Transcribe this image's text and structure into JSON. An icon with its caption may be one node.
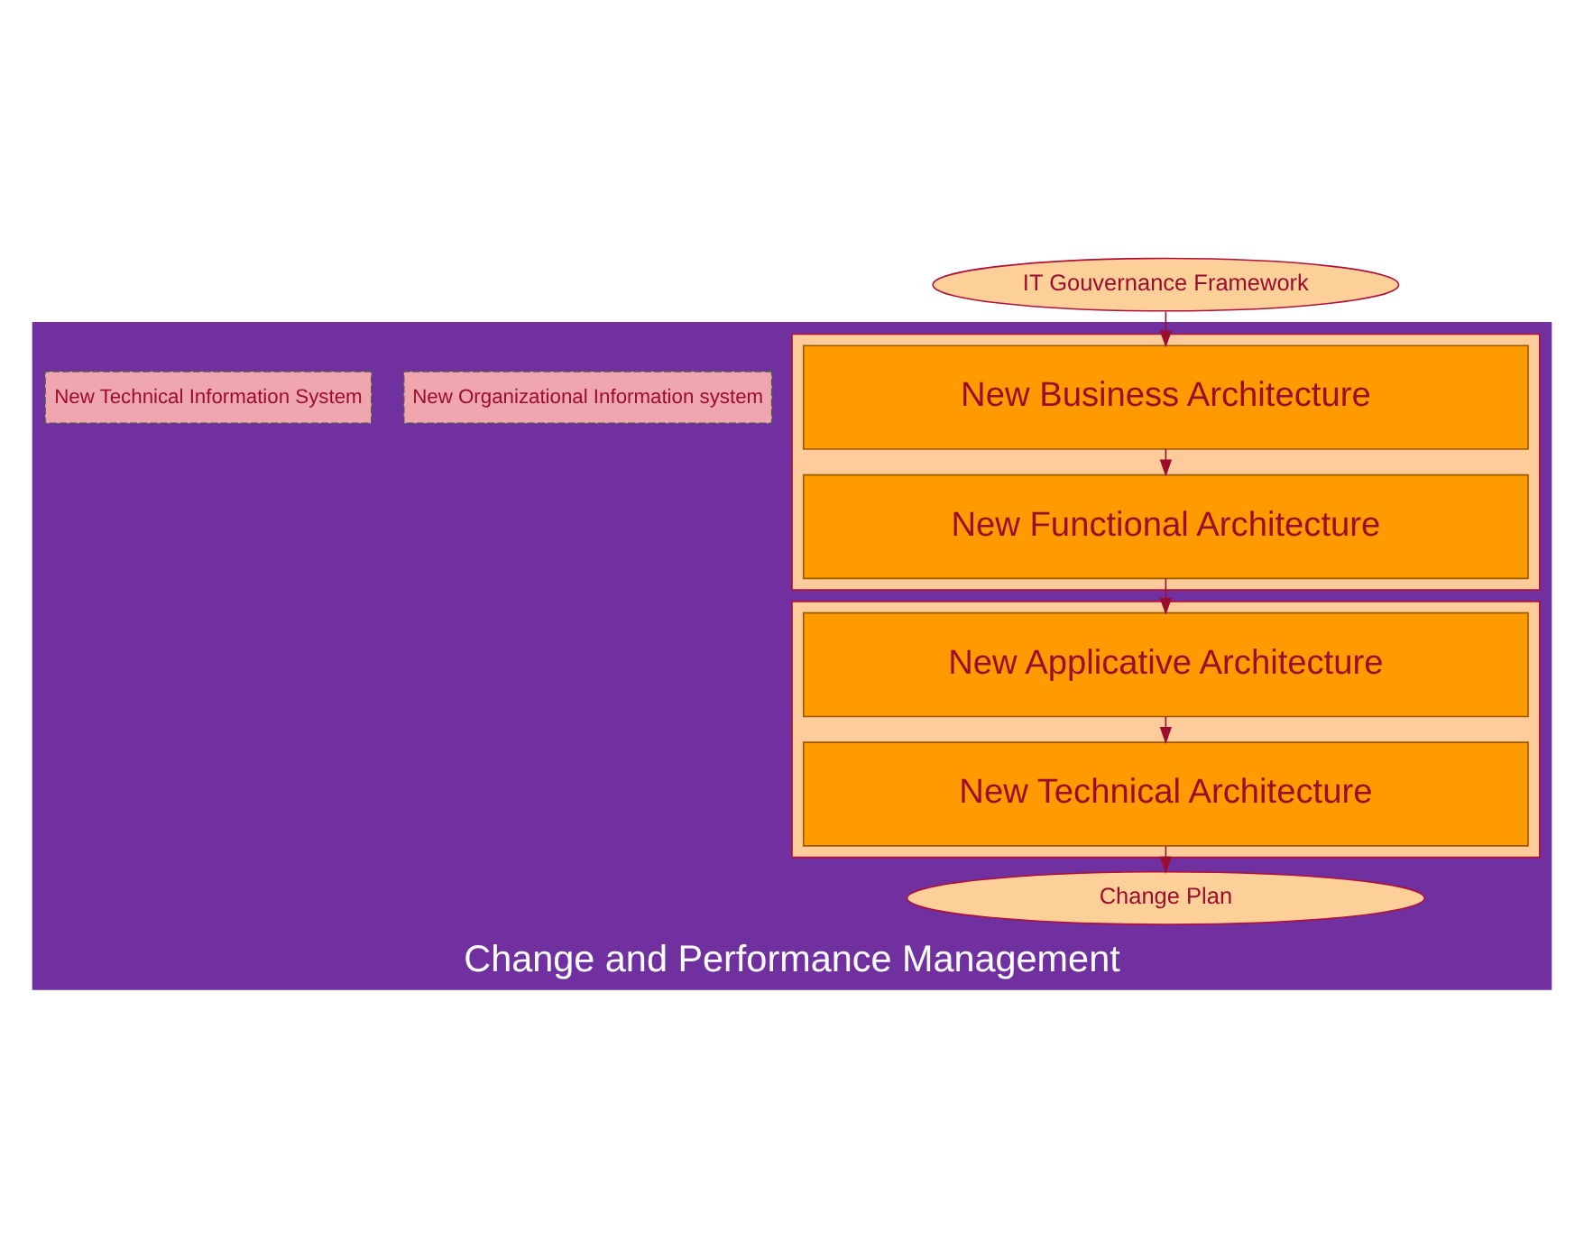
{
  "diagram": {
    "nodes": [
      {
        "text": [
          "IT Gouvernance Framework"
        ]
      },
      {
        "text": [
          "Change and Performance Management"
        ]
      },
      {
        "text": [],
        "shape": "box",
        "in": 1
      },
      {
        "text": [
          "New Organizational Information system"
        ],
        "in": 1
      },
      {
        "text": [
          "New Business Architecture"
        ],
        "in": 2
      },
      {
        "text": [
          "New Functional Architecture"
        ],
        "in": 2
      },
      {
        "text": [],
        "shape": "box",
        "in": 1
      },
      {
        "text": [
          "New Technical Information System"
        ],
        "in": 1
      },
      {
        "text": [
          "New Applicative Architecture"
        ],
        "in": 6
      },
      {
        "text": [
          "New Technical Architecture"
        ],
        "in": 6
      },
      {
        "text": [
          "Change Plan"
        ],
        "in": 1
      }
    ],
    "edges": [
      {
        "from": 0,
        "to": 4,
        "arrow": "to"
      },
      {
        "from": 4,
        "to": 5,
        "arrow": "to"
      },
      {
        "from": 5,
        "to": 8,
        "arrow": "to"
      },
      {
        "from": 8,
        "to": 9,
        "arrow": "to"
      },
      {
        "from": 9,
        "to": 10,
        "arrow": "to"
      }
    ]
  }
}
